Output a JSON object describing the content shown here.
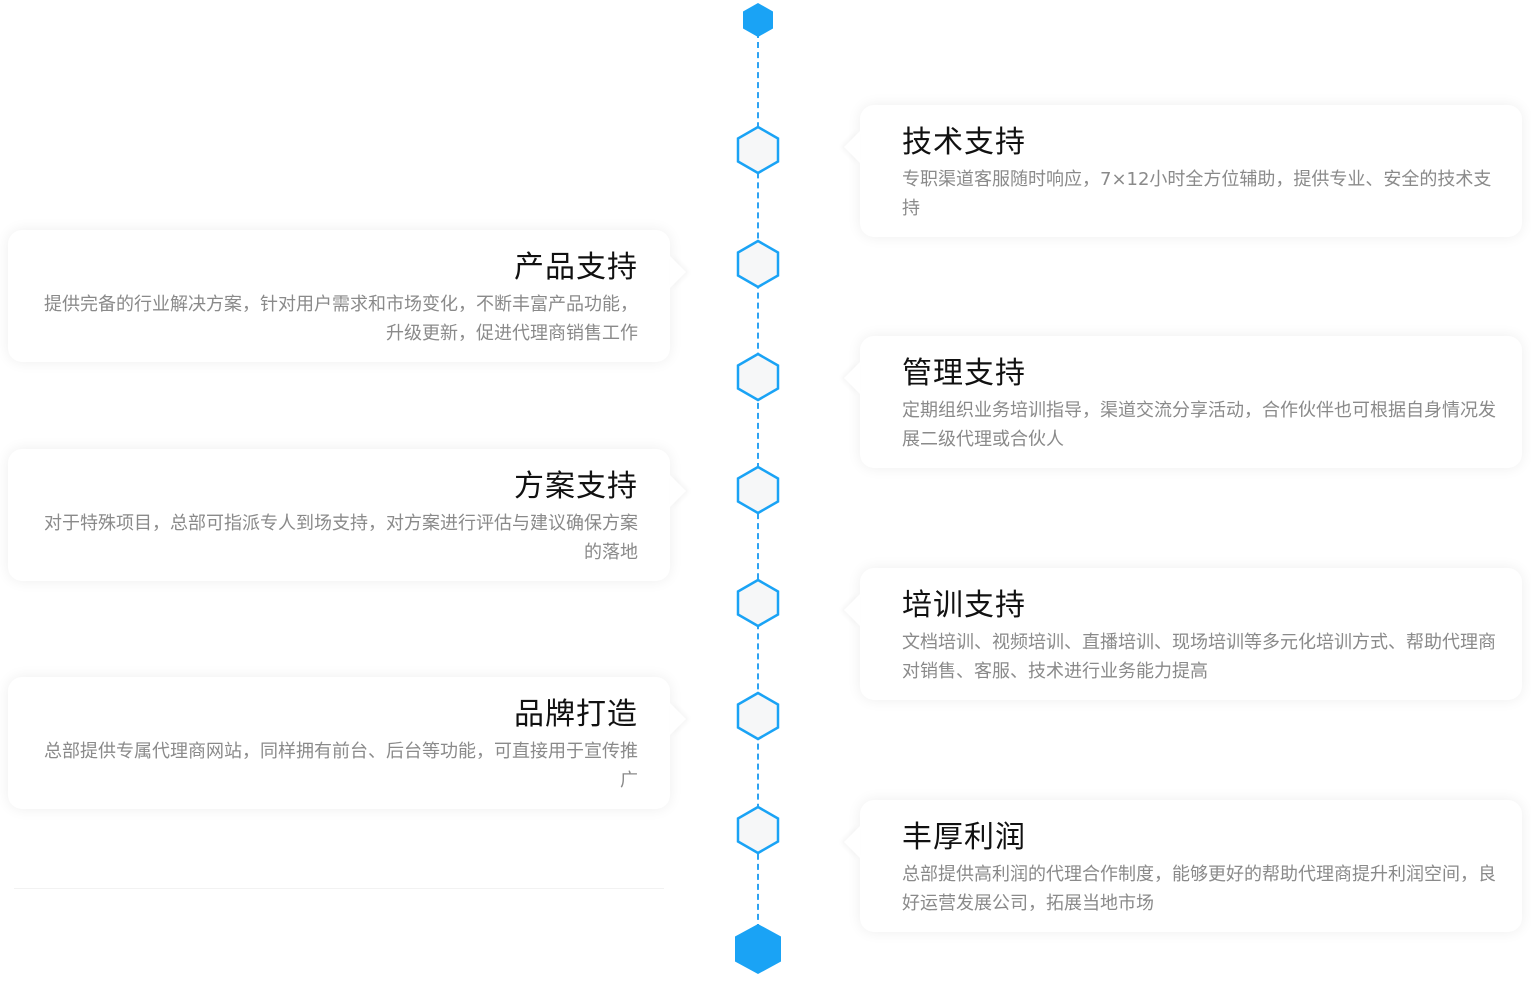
{
  "colors": {
    "accent": "#1aa3f5",
    "line": "#2ea3f2",
    "title": "#111111",
    "desc": "#8a8a8a"
  },
  "items": [
    {
      "title": "技术支持",
      "desc": "专职渠道客服随时响应，7×12小时全方位辅助，提供专业、安全的技术支持"
    },
    {
      "title": "产品支持",
      "desc": "提供完备的行业解决方案，针对用户需求和市场变化，不断丰富产品功能，升级更新，促进代理商销售工作"
    },
    {
      "title": "管理支持",
      "desc": "定期组织业务培训指导，渠道交流分享活动，合作伙伴也可根据自身情况发展二级代理或合伙人"
    },
    {
      "title": "方案支持",
      "desc": "对于特殊项目，总部可指派专人到场支持，对方案进行评估与建议确保方案的落地"
    },
    {
      "title": "培训支持",
      "desc": "文档培训、视频培训、直播培训、现场培训等多元化培训方式、帮助代理商对销售、客服、技术进行业务能力提高"
    },
    {
      "title": "品牌打造",
      "desc": "总部提供专属代理商网站，同样拥有前台、后台等功能，可直接用于宣传推广"
    },
    {
      "title": "丰厚利润",
      "desc": "总部提供高利润的代理合作制度，能够更好的帮助代理商提升利润空间，良好运营发展公司，拓展当地市场"
    }
  ]
}
